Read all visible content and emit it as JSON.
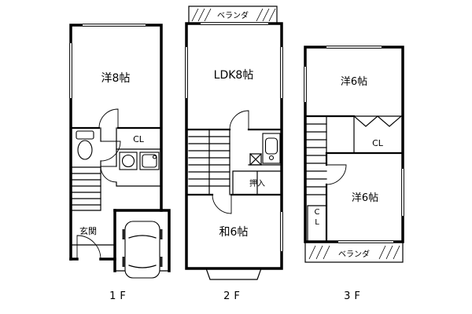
{
  "canvas": {
    "background": "#ffffff",
    "ink": "#000000"
  },
  "floors": [
    {
      "label": "1F",
      "rooms": {
        "western8": "洋8帖",
        "closet": "CL",
        "entrance": "玄関"
      },
      "fixtures": [
        "stairs",
        "toilet",
        "washstand",
        "laundry-pan",
        "car",
        "garage"
      ]
    },
    {
      "label": "2F",
      "rooms": {
        "balcony": "ベランダ",
        "ldk": "LDK8帖",
        "oshiire": "押入",
        "japanese6": "和6帖"
      },
      "fixtures": [
        "stairs",
        "kitchen-sink",
        "bay-window"
      ]
    },
    {
      "label": "3F",
      "rooms": {
        "western6_top": "洋6帖",
        "closet_top": "CL",
        "western6_bottom": "洋6帖",
        "closet_side": "CL",
        "balcony": "ベランダ"
      },
      "fixtures": [
        "stairs",
        "bifold-doors"
      ]
    }
  ]
}
